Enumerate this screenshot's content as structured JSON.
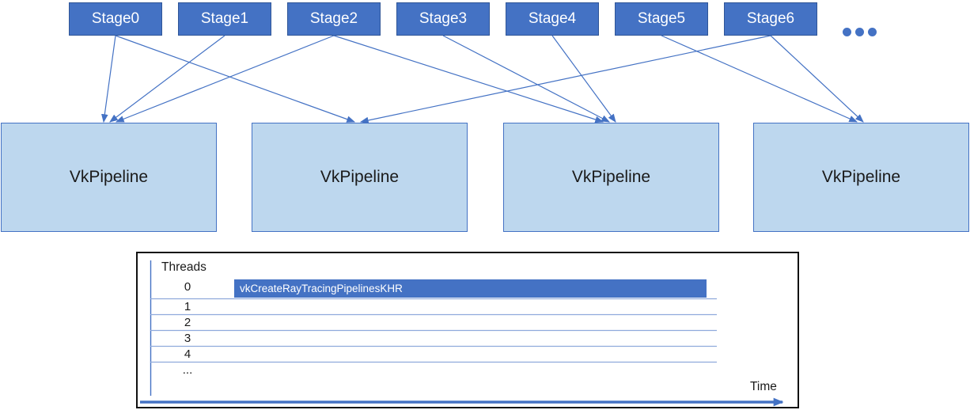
{
  "diagram": {
    "stages": [
      {
        "label": "Stage0"
      },
      {
        "label": "Stage1"
      },
      {
        "label": "Stage2"
      },
      {
        "label": "Stage3"
      },
      {
        "label": "Stage4"
      },
      {
        "label": "Stage5"
      },
      {
        "label": "Stage6"
      }
    ],
    "ellipsis_dot_count": 3,
    "pipelines": [
      {
        "label": "VkPipeline"
      },
      {
        "label": "VkPipeline"
      },
      {
        "label": "VkPipeline"
      },
      {
        "label": "VkPipeline"
      }
    ],
    "connections": [
      {
        "stage": 0,
        "pipeline": 0
      },
      {
        "stage": 1,
        "pipeline": 0
      },
      {
        "stage": 2,
        "pipeline": 0
      },
      {
        "stage": 0,
        "pipeline": 1
      },
      {
        "stage": 6,
        "pipeline": 1
      },
      {
        "stage": 2,
        "pipeline": 2
      },
      {
        "stage": 3,
        "pipeline": 2
      },
      {
        "stage": 4,
        "pipeline": 2
      },
      {
        "stage": 5,
        "pipeline": 3
      },
      {
        "stage": 6,
        "pipeline": 3
      }
    ]
  },
  "timeline": {
    "y_axis_label": "Threads",
    "x_axis_label": "Time",
    "thread_rows": [
      "0",
      "1",
      "2",
      "3",
      "4",
      "..."
    ],
    "bars": [
      {
        "thread_row": "0",
        "label": "vkCreateRayTracingPipelinesKHR"
      }
    ]
  },
  "colors": {
    "accent_blue": "#4472C4",
    "stage_fill": "#4472C4",
    "stage_border": "#2F5597",
    "stage_text": "#FFFFFF",
    "pipeline_fill": "#BDD7EE",
    "pipeline_border": "#4472C4",
    "bar_fill": "#4472C4",
    "bar_text": "#FFFFFF",
    "row_line_blue": "#8FAADC",
    "chart_border": "#111111",
    "text_black": "#1A1A1A"
  }
}
